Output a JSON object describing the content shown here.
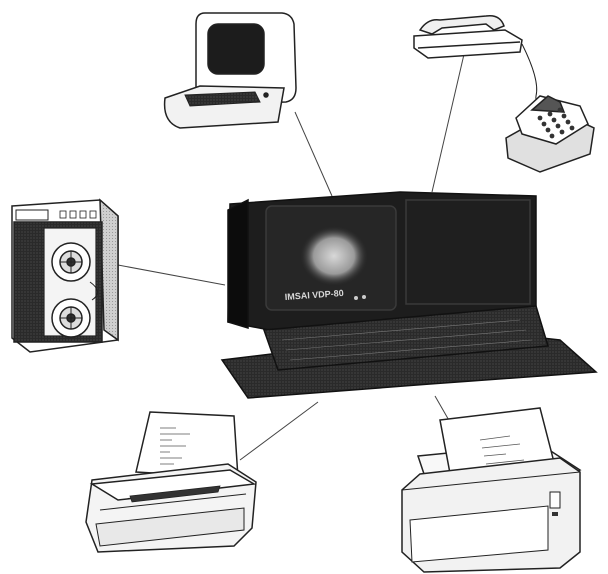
{
  "diagram": {
    "hub": {
      "name": "imsai-vdp-80-computer",
      "brand_label": "IMSAI VDP-80"
    },
    "peripherals": [
      {
        "id": "crt-terminal"
      },
      {
        "id": "telephone-modem"
      },
      {
        "id": "reel-tape-drive"
      },
      {
        "id": "small-printer"
      },
      {
        "id": "large-printer"
      }
    ]
  }
}
